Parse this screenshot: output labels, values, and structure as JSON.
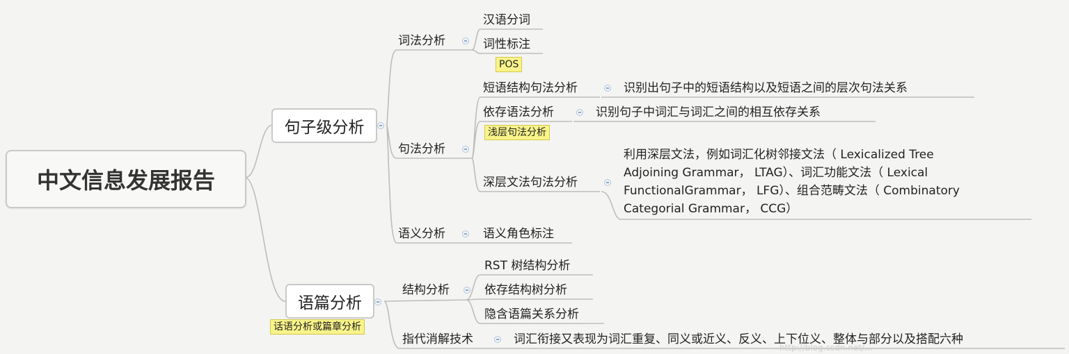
{
  "root": "中文信息发展报告",
  "sentence_level": {
    "label": "句子级分析",
    "lexical": {
      "label": "词法分析",
      "items": [
        "汉语分词",
        "词性标注"
      ],
      "note": "POS"
    },
    "syntax": {
      "label": "句法分析",
      "phrase": {
        "label": "短语结构句法分析",
        "desc": "识别出句子中的短语结构以及短语之间的层次句法关系"
      },
      "dependency": {
        "label": "依存语法分析",
        "desc": "识别句子中词汇与词汇之间的相互依存关系"
      },
      "shallow_note": "浅层句法分析",
      "deep": {
        "label": "深层文法句法分析",
        "desc_lines": [
          "利用深层文法，例如词汇化树邻接文法（ Lexicalized Tree",
          "Adjoining Grammar， LTAG）、词汇功能文法（ Lexical",
          "FunctionalGrammar， LFG）、组合范畴文法（ Combinatory",
          "Categorial Grammar， CCG）"
        ]
      }
    },
    "semantic": {
      "label": "语义分析",
      "item": "语义角色标注"
    }
  },
  "discourse": {
    "label": "语篇分析",
    "note": "话语分析或篇章分析",
    "structure": {
      "label": "结构分析",
      "items": [
        "RST 树结构分析",
        "依存结构树分析",
        "隐含语篇关系分析"
      ]
    },
    "anaphora": {
      "label": "指代消解技术",
      "desc": "词汇衔接又表现为词汇重复、同义或近义、反义、上下位义、整体与部分以及搭配六种"
    }
  },
  "watermark": "http://blog.csdn.net/..."
}
